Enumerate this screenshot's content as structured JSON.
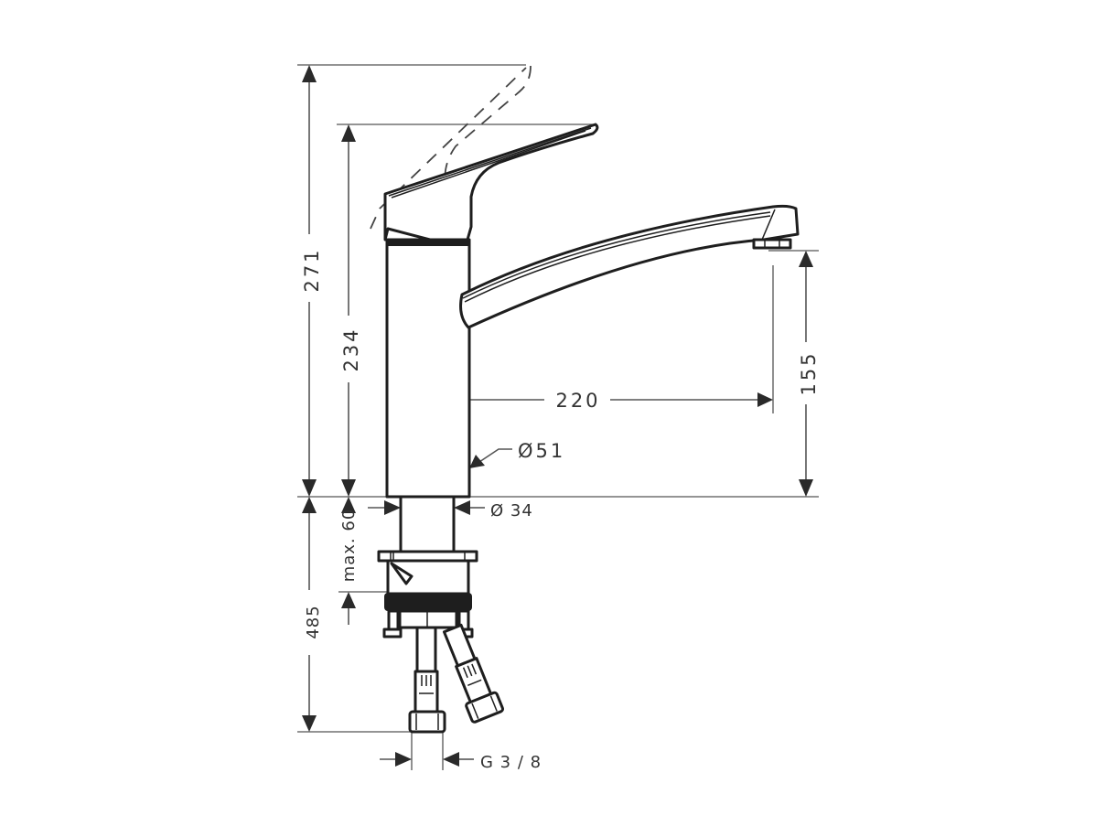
{
  "drawing": {
    "subject": "Single-lever kitchen mixer faucet dimension drawing",
    "units_shown": false,
    "colors": {
      "background": "#ffffff",
      "line": "#1e1e1e",
      "dimension": "#555555",
      "text": "#333333"
    }
  },
  "dimensions": {
    "total_height_lever_open": {
      "label": "271"
    },
    "total_height": {
      "label": "234"
    },
    "spout_reach": {
      "label": "220"
    },
    "spout_clearance": {
      "label": "155"
    },
    "body_diameter": {
      "label": "Ø51"
    },
    "shank_diameter": {
      "label": "Ø 34"
    },
    "max_counter_thickness": {
      "label": "max. 60"
    },
    "hose_length": {
      "label": "485"
    },
    "connection_thread": {
      "label": "G 3 / 8"
    }
  }
}
